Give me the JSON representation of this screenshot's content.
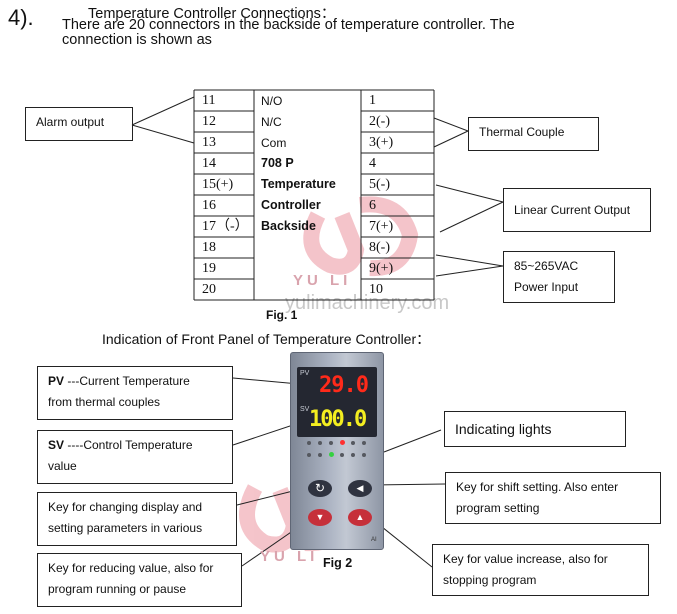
{
  "header": {
    "step_number": "4).",
    "title": "Temperature Controller Connections：",
    "intro_line1": "There are 20 connectors in the backside of temperature controller.   The",
    "intro_line2": "connection is shown as"
  },
  "fig1": {
    "left_terminals": [
      "11",
      "12",
      "13",
      "14",
      "15(+)",
      "16",
      "17（-）",
      "18",
      "19",
      "20"
    ],
    "right_terminals": [
      "1",
      "2(-)",
      "3(+)",
      "4",
      "5(-)",
      "6",
      "7(+)",
      "8(-)",
      "9(+)",
      "10"
    ],
    "middle_labels": [
      "N/O",
      "N/C",
      "Com",
      "708 P",
      "Temperature",
      "Controller",
      "Backside"
    ],
    "caption": "Fig. 1",
    "callouts": {
      "alarm_output": "Alarm output",
      "thermal_couple": "Thermal Couple",
      "linear_current_output": "Linear Current Output",
      "power_input_line1": "85~265VAC",
      "power_input_line2": "Power Input"
    }
  },
  "fig2": {
    "heading": "Indication of Front Panel of Temperature Controller：",
    "caption": "Fig 2",
    "display": {
      "pv_tag": "PV",
      "sv_tag": "SV",
      "pv_value": "29.0",
      "sv_value": "100.0",
      "panel_model": "AI"
    },
    "callouts": {
      "pv_label": "PV",
      "pv_text1": " ---Current Temperature",
      "pv_text2": "from thermal couples",
      "sv_label": "SV",
      "sv_text1": " ----Control Temperature",
      "sv_text2": "value",
      "indicating_lights": "Indicating lights",
      "shift_line1": "Key for shift setting. Also enter",
      "shift_line2": "program setting",
      "change_display_line1": "Key for changing display and",
      "change_display_line2": "setting parameters in various",
      "reduce_line1": "Key for reducing value, also for",
      "reduce_line2": "program running or pause",
      "increase_line1": "Key for value increase, also for",
      "increase_line2": "stopping program"
    }
  },
  "watermark": {
    "brand": "YU  LI",
    "site": "yulimachinery.com"
  },
  "colors": {
    "pv_digits": "#ff2a1a",
    "sv_digits": "#f4ee20",
    "panel_body": "#9aa2b2",
    "watermark_red": "#e25a6a"
  }
}
